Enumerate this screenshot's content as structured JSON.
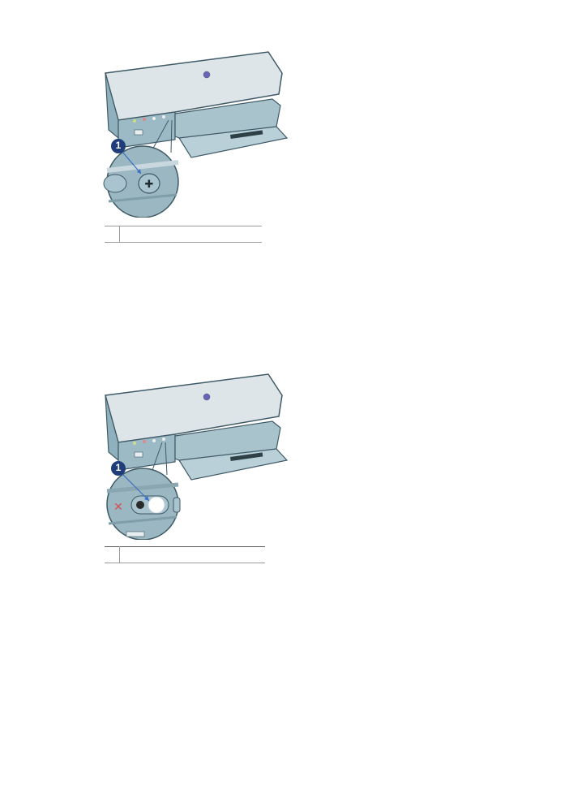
{
  "figures": [
    {
      "id": "figure-1",
      "subject": "printer-with-zoomed-resume-button",
      "callout_number": "1",
      "highlighted_control": "resume-button",
      "caption_rows": [
        {
          "number": "",
          "text": ""
        }
      ]
    },
    {
      "id": "figure-2",
      "subject": "printer-with-zoomed-power-button",
      "callout_number": "1",
      "highlighted_control": "power-button",
      "caption_rows": [
        {
          "number": "",
          "text": ""
        }
      ]
    }
  ],
  "colors": {
    "printer_body": "#dfe6e9",
    "printer_base": "#8fb0bd",
    "tray": "#a9c3cc",
    "outline": "#3f5a66",
    "callout_badge": "#1f3d7a",
    "arrow": "#3a6fc4",
    "hp_logo": "#6a63b8",
    "table_rule": "#9a9a9a"
  }
}
